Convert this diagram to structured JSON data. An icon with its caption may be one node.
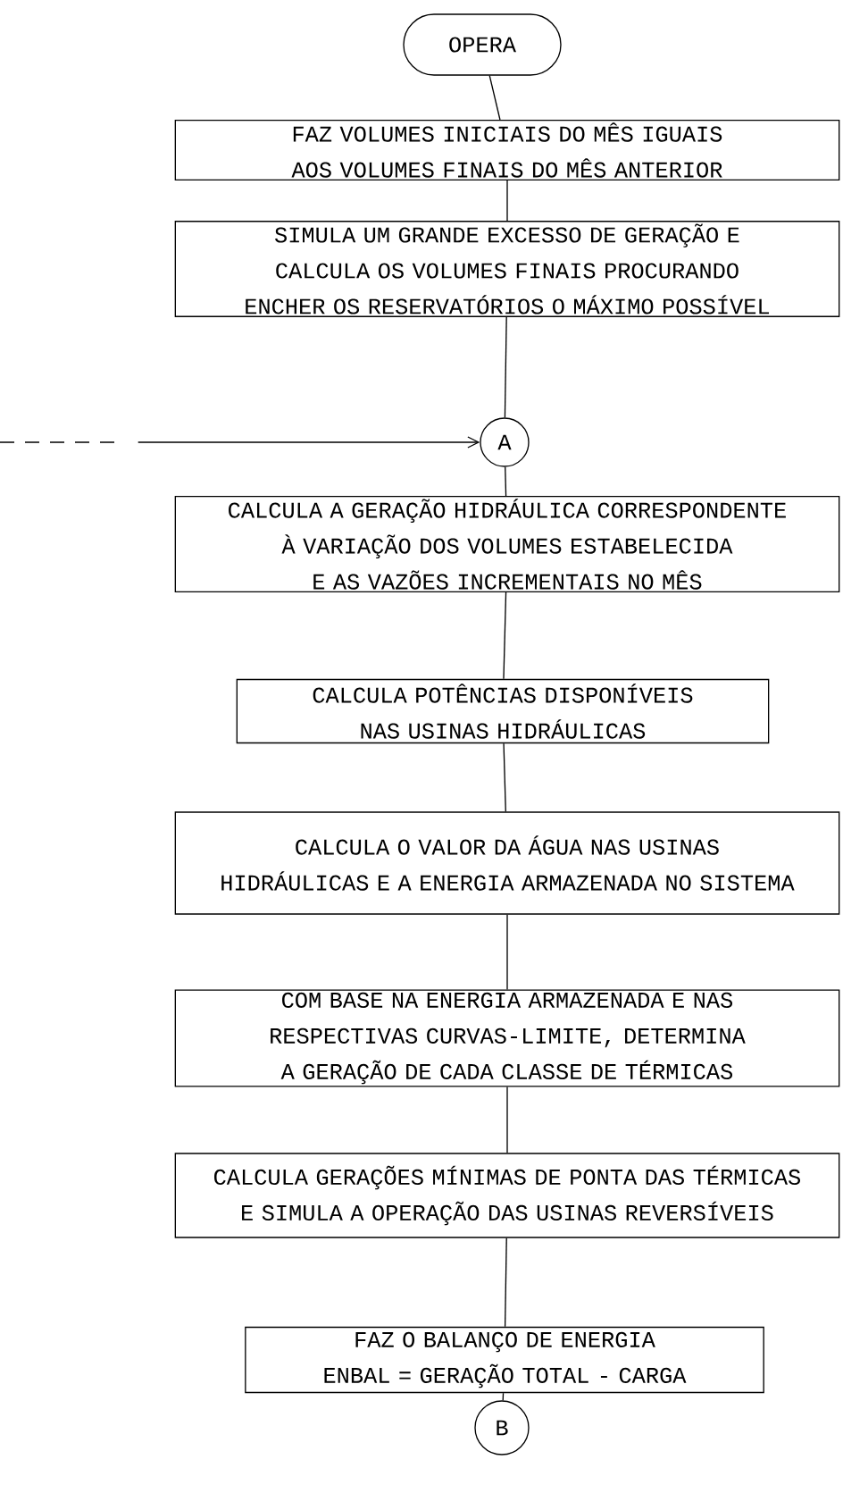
{
  "diagram": {
    "nodes": [
      {
        "text": [
          "OPERA"
        ]
      },
      {
        "text": [
          "FAZ VOLUMES INICIAIS DO MÊS IGUAIS AOS VOLUMES FINAIS DO MÊS ANTERIOR"
        ]
      },
      {
        "text": [
          "SIMULA UM GRANDE EXCESSO DE GERAÇÃO E CALCULA OS VOLUMES FINAIS PROCURANDO ENCHER OS RESERVATÓRIOS O MÁXIMO POSSÍVEL"
        ]
      },
      {
        "text": [
          "A"
        ]
      },
      {
        "text": [
          "CALCULA A GERAÇÃO HIDRÁULICA CORRESPONDENTE À VARIAÇÃO DOS VOLUMES ESTABELECIDA E AS VAZÕES INCREMENTAIS NO MÊS"
        ]
      },
      {
        "text": [
          "CALCULA POTÊNCIAS DISPONÍVEIS NAS USINAS HIDRÁULICAS"
        ]
      },
      {
        "text": [
          "CALCULA O VALOR DA ÁGUA NAS USINAS HIDRÁULICAS E A ENERGIA ARMAZENADA NO SISTEMA"
        ]
      },
      {
        "text": [
          "COM BASE NA ENERGIA ARMAZENADA E NAS RESPECTIVAS CURVAS-LIMITE, DETERMINA A GERAÇÃO DE CADA CLASSE DE TÉRMICAS"
        ]
      },
      {
        "text": [
          "CALCULA GERAÇÕES MÍNIMAS DE PONTA DAS TÉRMICAS E SIMULA A OPERAÇÃO DAS USINAS REVERSÍVEIS"
        ]
      },
      {
        "text": [
          "FAZ O BALANÇO DE ENERGIA ENBAL = GERAÇÃO TOTAL - CARGA"
        ]
      },
      {
        "text": [
          "B"
        ]
      }
    ],
    "edges": [
      {
        "from": 0,
        "to": 1,
        "arrow": "none"
      },
      {
        "from": 1,
        "to": 2,
        "arrow": "none"
      },
      {
        "from": 2,
        "to": 3,
        "arrow": "none"
      },
      {
        "from": null,
        "to": 3,
        "arrow": "to",
        "style": "dashed"
      },
      {
        "from": 3,
        "to": 4,
        "arrow": "none"
      },
      {
        "from": 4,
        "to": 5,
        "arrow": "none"
      },
      {
        "from": 5,
        "to": 6,
        "arrow": "none"
      },
      {
        "from": 6,
        "to": 7,
        "arrow": "none"
      },
      {
        "from": 7,
        "to": 8,
        "arrow": "none"
      },
      {
        "from": 8,
        "to": 9,
        "arrow": "none"
      },
      {
        "from": 9,
        "to": 10,
        "arrow": "none"
      }
    ]
  }
}
